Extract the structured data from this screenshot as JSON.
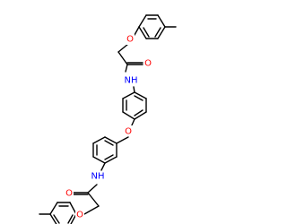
{
  "diagram": {
    "type": "chemical-structure",
    "colors": {
      "bond": "#000000",
      "oxygen": "#ff0000",
      "nitrogen": "#0000ff"
    },
    "labels": {
      "ether_top": "O",
      "carbonyl_top": "O",
      "amide_top": "NH",
      "ether_center": "O",
      "amide_bottom": "NH",
      "carbonyl_bottom": "O",
      "ether_bottom": "O"
    }
  }
}
